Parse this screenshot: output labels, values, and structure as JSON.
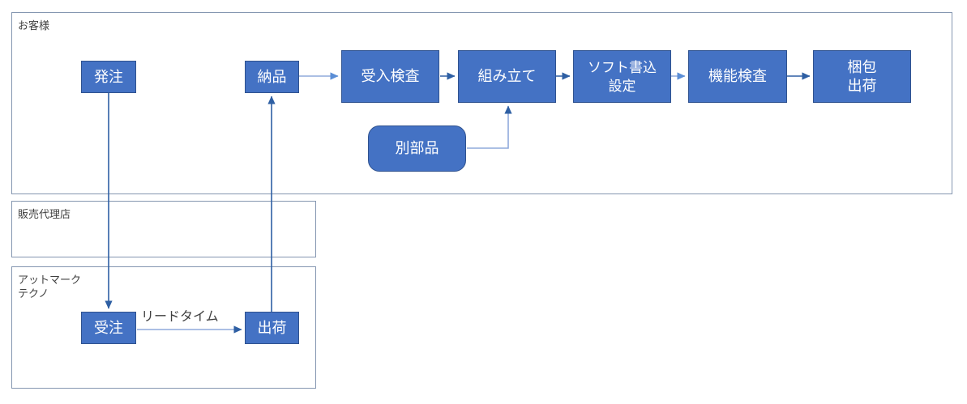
{
  "diagram": {
    "title": "supply-chain-swimlane",
    "colors": {
      "node_fill": "#4472c4",
      "node_stroke": "#2f528f",
      "lane_stroke": "#8496b0",
      "connector_dark": "#2e5fa3",
      "connector_light": "#8faadc",
      "text_dark": "#404040",
      "node_text": "#ffffff"
    }
  },
  "lanes": [
    {
      "id": "customer",
      "label": "お客様"
    },
    {
      "id": "distributor",
      "label": "販売代理店"
    },
    {
      "id": "atmark",
      "label": "アットマーク\nテクノ"
    }
  ],
  "nodes": {
    "hacchuu": "発注",
    "nouhin": "納品",
    "ukeire_kensa": "受入検査",
    "kumitate": "組み立て",
    "betsubuhin": "別部品",
    "soft_kakikomi": "ソフト書込\n設定",
    "kinou_kensa": "機能検査",
    "konpou_shukka": "梱包\n出荷",
    "juchuu": "受注",
    "shukka": "出荷"
  },
  "edge_labels": {
    "lead_time": "リードタイム"
  }
}
